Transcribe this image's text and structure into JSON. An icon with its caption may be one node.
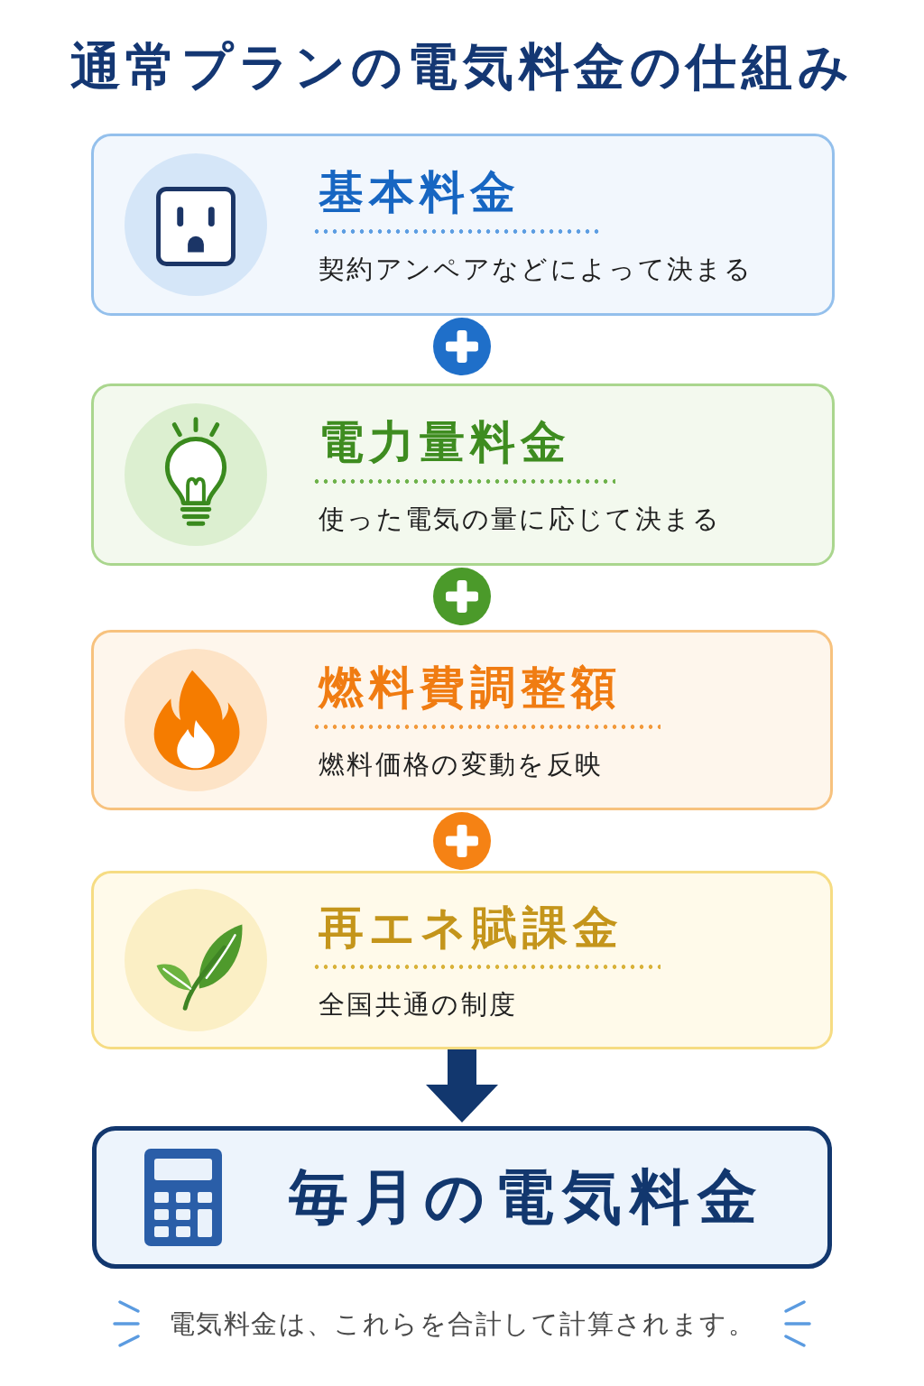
{
  "diagram": {
    "title": "通常プランの電気料金の仕組み",
    "caption": "電気料金は、これらを合計して計算されます。",
    "nodes": [
      {
        "text": [
          "基本料金",
          "契約アンペアなどによって決まる"
        ]
      },
      {
        "text": [
          "電力量料金",
          "使った電気の量に応じて決まる"
        ]
      },
      {
        "text": [
          "燃料費調整額",
          "燃料価格の変動を反映"
        ]
      },
      {
        "text": [
          "再エネ賦課金",
          "全国共通の制度"
        ]
      },
      {
        "text": [
          "毎月の電気料金"
        ]
      }
    ],
    "edges": [
      {
        "from": 3,
        "to": 4,
        "arrow": "to"
      }
    ]
  }
}
